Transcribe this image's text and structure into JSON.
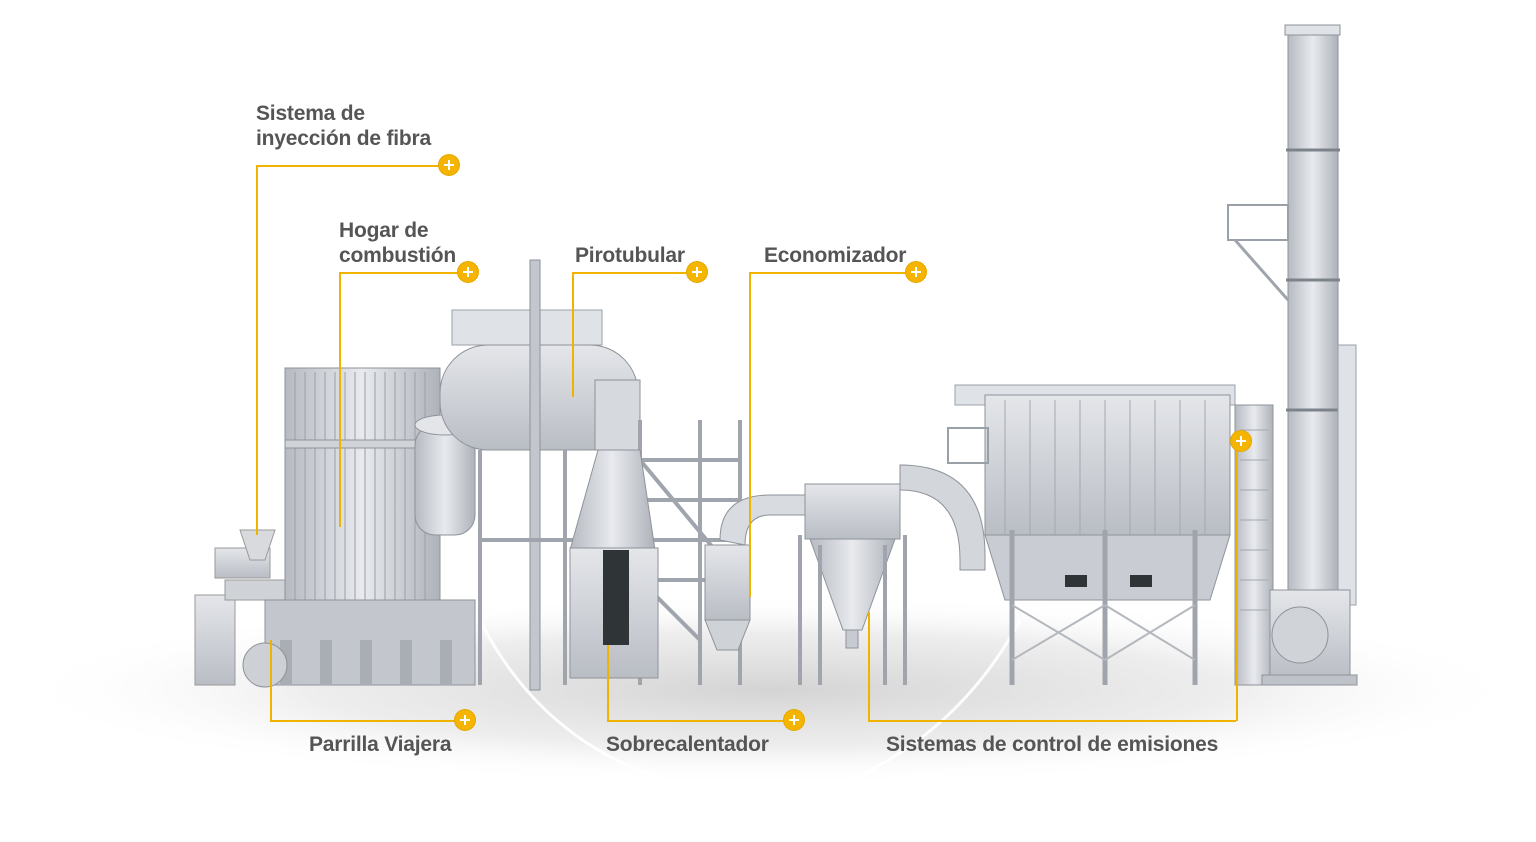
{
  "hotspots": [
    {
      "id": "sistema-inyeccion-fibra",
      "label_line1": "Sistema de",
      "label_line2": "inyección de fibra"
    },
    {
      "id": "hogar-combustion",
      "label_line1": "Hogar de",
      "label_line2": "combustión"
    },
    {
      "id": "pirotubular",
      "label": "Pirotubular"
    },
    {
      "id": "economizador",
      "label": "Economizador"
    },
    {
      "id": "parrilla-viajera",
      "label": "Parrilla Viajera"
    },
    {
      "id": "sobrecalentador",
      "label": "Sobrecalentador"
    },
    {
      "id": "sistemas-control-emisiones",
      "label": "Sistemas de control de emisiones"
    }
  ],
  "colors": {
    "accent": "#f4b400",
    "leader_line": "#f0b400",
    "text": "#555555",
    "equipment": "#c8ccd2"
  },
  "icons": {
    "hotspot": "plus-circle-icon"
  }
}
